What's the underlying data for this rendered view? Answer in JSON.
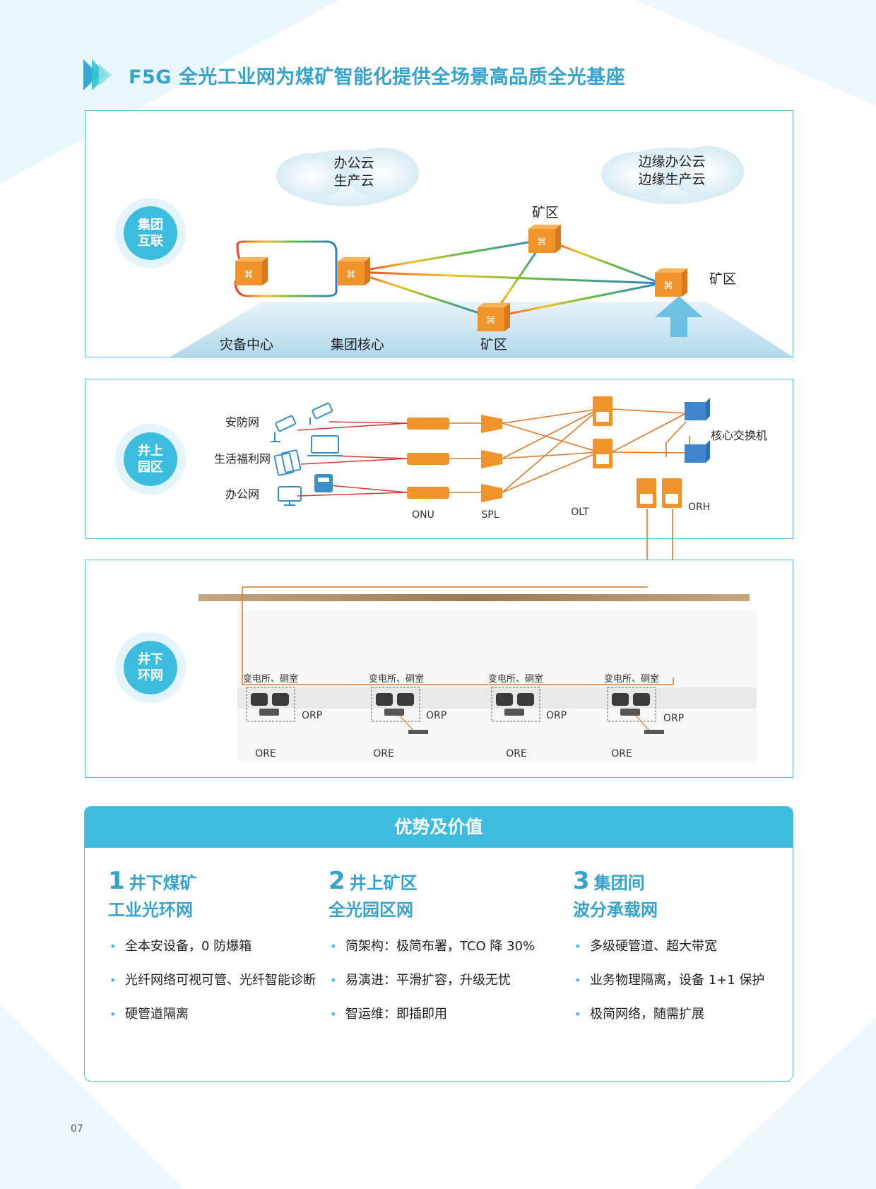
{
  "page_title": "F5G 全光工业网为煤矿智能化提供全场景高品质全光基座",
  "group_interconnect": {
    "badge": [
      "集团",
      "互联"
    ],
    "cloud_left": [
      "办公云",
      "生产云"
    ],
    "cloud_right": [
      "边缘办公云",
      "边缘生产云"
    ],
    "node_disaster": "灾备中心",
    "node_core": "集团核心",
    "node_mine_top": "矿区",
    "node_mine_right": "矿区",
    "node_mine_bottom": "矿区"
  },
  "surface_park": {
    "badge": [
      "井上",
      "园区"
    ],
    "net_security": "安防网",
    "net_living": "生活福利网",
    "net_office": "办公网",
    "label_onu": "ONU",
    "label_spl": "SPL",
    "label_olt": "OLT",
    "label_orh": "ORH",
    "label_core_switch": "核心交换机"
  },
  "underground_ring": {
    "badge": [
      "井下",
      "环网"
    ],
    "station_label": "变电所、硐室",
    "label_orp": "ORP",
    "label_ore": "ORE"
  },
  "advantages": {
    "header": "优势及价值",
    "columns": [
      {
        "num": "1",
        "title": "井下煤矿",
        "subtitle": "工业光环网",
        "bullets": [
          "全本安设备，0 防爆箱",
          "光纤网络可视可管、光纤智能诊断",
          "硬管道隔离"
        ]
      },
      {
        "num": "2",
        "title": "井上矿区",
        "subtitle": "全光园区网",
        "bullets": [
          "简架构：极简布署，TCO 降 30%",
          "易演进：平滑扩容，升级无忧",
          "智运维：即插即用"
        ]
      },
      {
        "num": "3",
        "title": "集团间",
        "subtitle": "波分承载网",
        "bullets": [
          "多级硬管道、超大带宽",
          "业务物理隔离，设备 1+1 保护",
          "极简网络，随需扩展"
        ]
      }
    ]
  },
  "page_number": "07",
  "colors": {
    "accent": "#35a3cd",
    "header_bg": "#3cbde0",
    "orange": "#f0932b",
    "line": "#e07a2c"
  }
}
